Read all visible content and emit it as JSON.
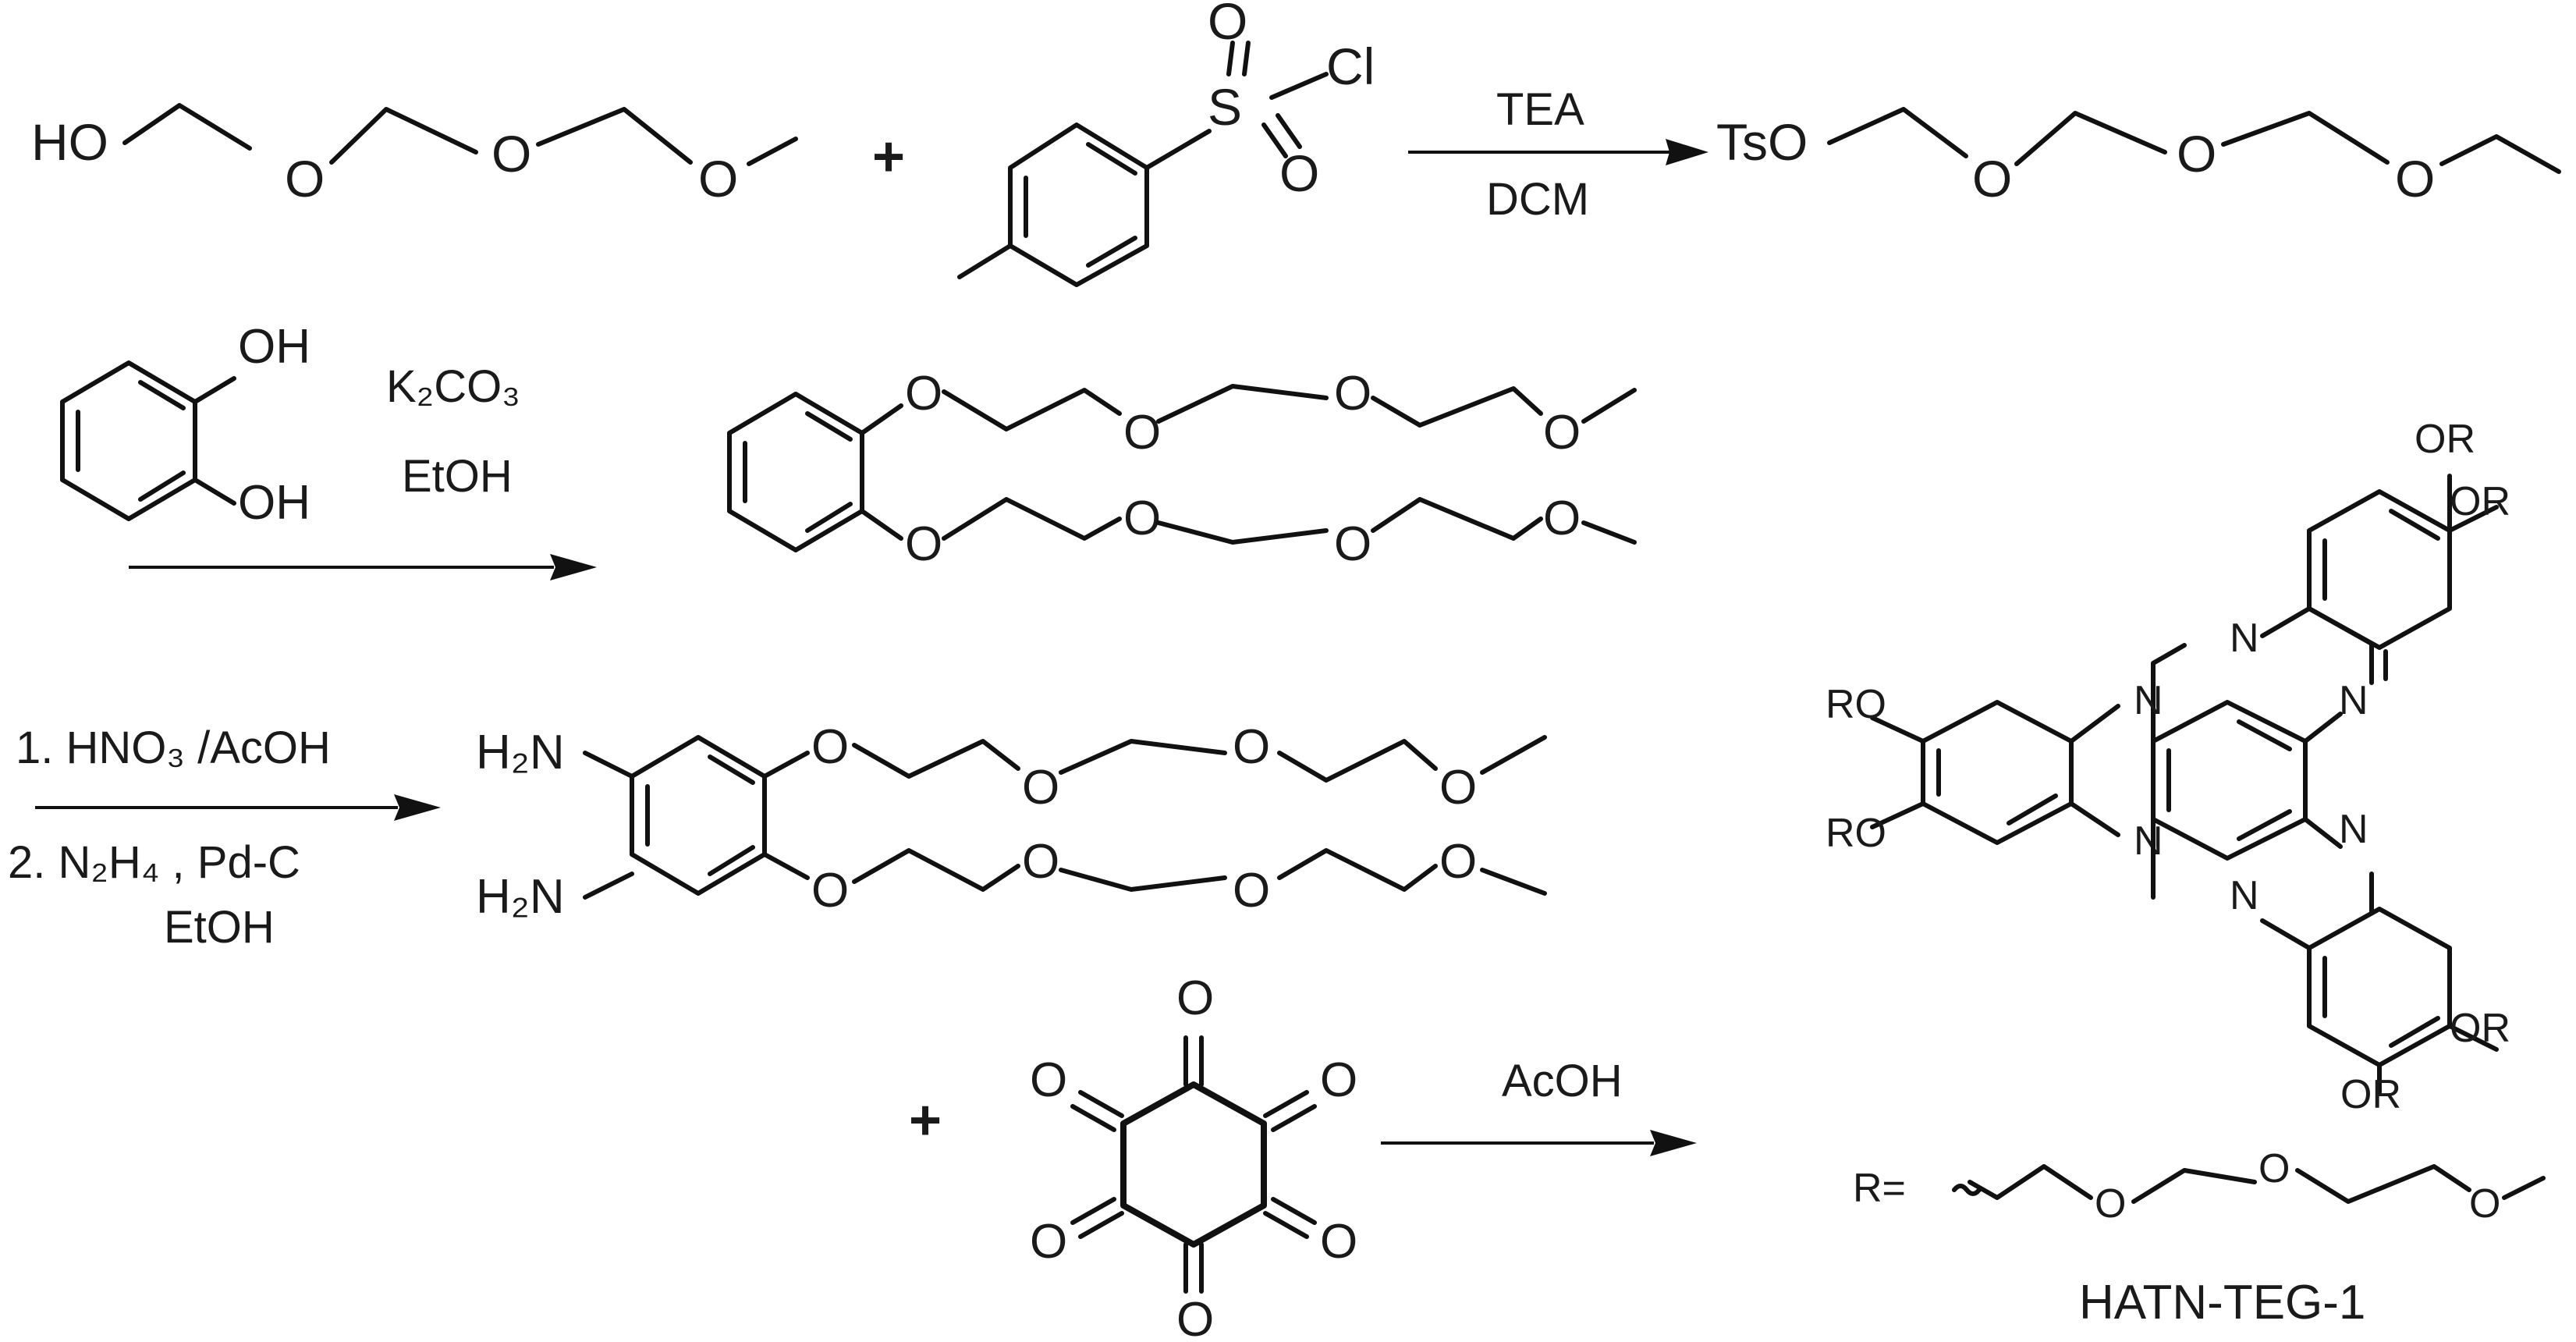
{
  "reagents": {
    "alcohol_head": "HO",
    "plus_sign": "+",
    "tscl_S": "S",
    "tscl_Cl": "Cl",
    "ts_head": "TsO",
    "catechol_oh1": "OH",
    "catechol_oh2": "OH",
    "diamine_nh2": "H₂N",
    "plus_sign_2": "+",
    "hatn_r": "R=",
    "atom_o": "O",
    "atom_n": "N",
    "or_group": "OR",
    "ro_group": "RO"
  },
  "arrows": {
    "step1_top": "TEA",
    "step1_bottom": "DCM",
    "step2_reagent": "K₂CO₃",
    "step2_solvent": "EtOH",
    "step3_line1": "1. HNO₃ /AcOH",
    "step3_line2": "2. N₂H₄ , Pd-C",
    "step3_line3": "EtOH",
    "step4_label": "AcOH"
  },
  "product": {
    "name": "HATN-TEG-1"
  }
}
